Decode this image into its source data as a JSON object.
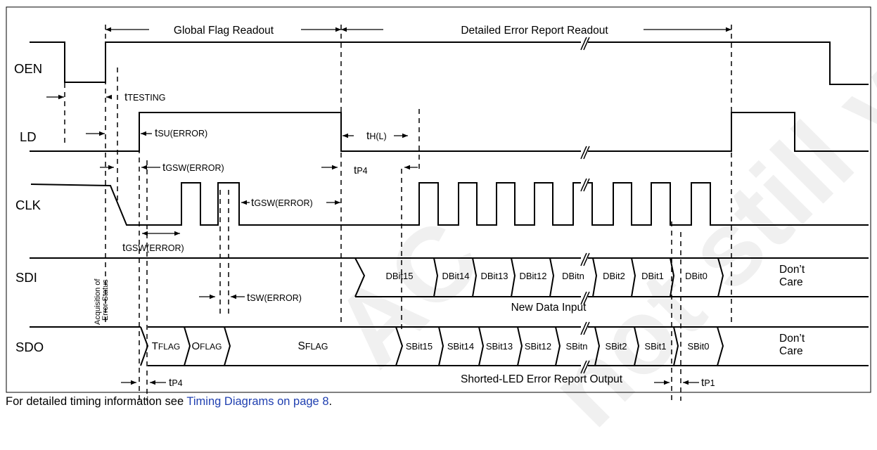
{
  "watermark": [
    "AC",
    "not still va"
  ],
  "phases": {
    "global": "Global Flag Readout",
    "detailed": "Detailed Error Report Readout"
  },
  "signals": {
    "oen": "OEN",
    "ld": "LD",
    "clk": "CLK",
    "sdi": "SDI",
    "sdo": "SDO"
  },
  "timing": {
    "t_testing": [
      "t",
      "TESTING"
    ],
    "t_su_error": [
      "t",
      "SU(ERROR)"
    ],
    "t_h_l": [
      "t",
      "H(L)"
    ],
    "t_gsw_error_1": [
      "t",
      "GSW(ERROR)"
    ],
    "t_p4_ld": [
      "t",
      "P4"
    ],
    "t_gsw_error_2": [
      "t",
      "GSW(ERROR)"
    ],
    "t_gsw_error_3": [
      "t",
      "GSW(ERROR)"
    ],
    "t_sw_error": [
      "t",
      "SW(ERROR)"
    ],
    "t_p4_sdo": [
      "t",
      "P4"
    ],
    "t_p1": [
      "t",
      "P1"
    ]
  },
  "acquisition_label": [
    "Acquisition of",
    "Error Status"
  ],
  "sdi_bits": [
    "DBit15",
    "DBit14",
    "DBit13",
    "DBit12",
    "DBitn",
    "DBit2",
    "DBit1",
    "DBit0"
  ],
  "sdi_dont_care": [
    "Don’t",
    "Care"
  ],
  "sdi_caption": "New Data Input",
  "sdo_flags": [
    [
      "T",
      "FLAG"
    ],
    [
      "O",
      "FLAG"
    ],
    [
      "S",
      "FLAG"
    ]
  ],
  "sdo_bits": [
    "SBit15",
    "SBit14",
    "SBit13",
    "SBit12",
    "SBitn",
    "SBit2",
    "SBit1",
    "SBit0"
  ],
  "sdo_dont_care": [
    "Don’t",
    "Care"
  ],
  "sdo_caption": "Shorted-LED Error Report Output",
  "caption": {
    "prefix": "For detailed timing information see ",
    "link": "Timing Diagrams on page 8",
    "suffix": "."
  }
}
